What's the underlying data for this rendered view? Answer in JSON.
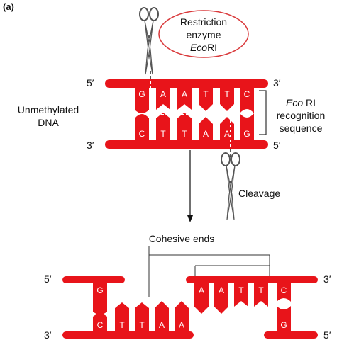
{
  "panel_label": "(a)",
  "enzyme": {
    "line1": "Restriction",
    "line2": "enzyme",
    "name_italic": "Eco",
    "name_rest": "RI"
  },
  "top": {
    "left_top_end": "5′",
    "right_top_end": "3′",
    "left_bottom_end": "3′",
    "right_bottom_end": "5′",
    "label_line1": "Unmethylated",
    "label_line2": "DNA",
    "top_bases": [
      "G",
      "A",
      "A",
      "T",
      "T",
      "C"
    ],
    "bottom_bases": [
      "C",
      "T",
      "T",
      "A",
      "A",
      "G"
    ],
    "recog_italic": "Eco",
    "recog_rest": " RI",
    "recog_line2": "recognition",
    "recog_line3": "sequence",
    "cleavage": "Cleavage"
  },
  "bottom": {
    "cohesive_label": "Cohesive ends",
    "left_top_end": "5′",
    "left_bottom_end": "3′",
    "right_top_end": "3′",
    "right_bottom_end": "5′",
    "left_top_bases": [
      "G"
    ],
    "left_bottom_bases": [
      "C",
      "T",
      "T",
      "A",
      "A"
    ],
    "right_top_bases": [
      "A",
      "A",
      "T",
      "T",
      "C"
    ],
    "right_bottom_bases": [
      "G"
    ]
  },
  "colors": {
    "dna": "#e8141a",
    "oval": "#d9383a",
    "line": "#333333"
  }
}
